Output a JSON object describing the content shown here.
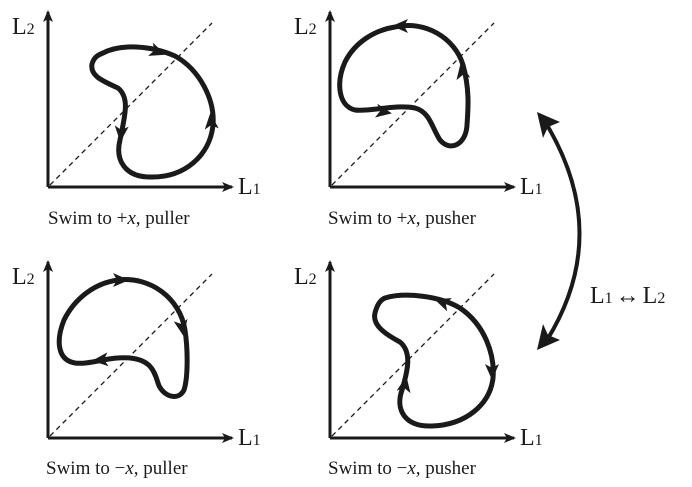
{
  "panels": [
    {
      "x_axis": {
        "main": "L",
        "sub": "1"
      },
      "y_axis": {
        "main": "L",
        "sub": "2"
      },
      "caption": {
        "prefix": "Swim to +",
        "var": "x",
        "suffix": ", puller"
      }
    },
    {
      "x_axis": {
        "main": "L",
        "sub": "1"
      },
      "y_axis": {
        "main": "L",
        "sub": "2"
      },
      "caption": {
        "prefix": "Swim to +",
        "var": "x",
        "suffix": ", pusher"
      }
    },
    {
      "x_axis": {
        "main": "L",
        "sub": "1"
      },
      "y_axis": {
        "main": "L",
        "sub": "2"
      },
      "caption": {
        "prefix": "Swim to −",
        "var": "x",
        "suffix": ", puller"
      }
    },
    {
      "x_axis": {
        "main": "L",
        "sub": "1"
      },
      "y_axis": {
        "main": "L",
        "sub": "2"
      },
      "caption": {
        "prefix": "Swim to −",
        "var": "x",
        "suffix": ", pusher"
      }
    }
  ],
  "swap": {
    "left_main": "L",
    "left_sub": "1",
    "arrow": "↔",
    "right_main": "L",
    "right_sub": "2"
  },
  "colors": {
    "ink": "#1a1a1a"
  }
}
